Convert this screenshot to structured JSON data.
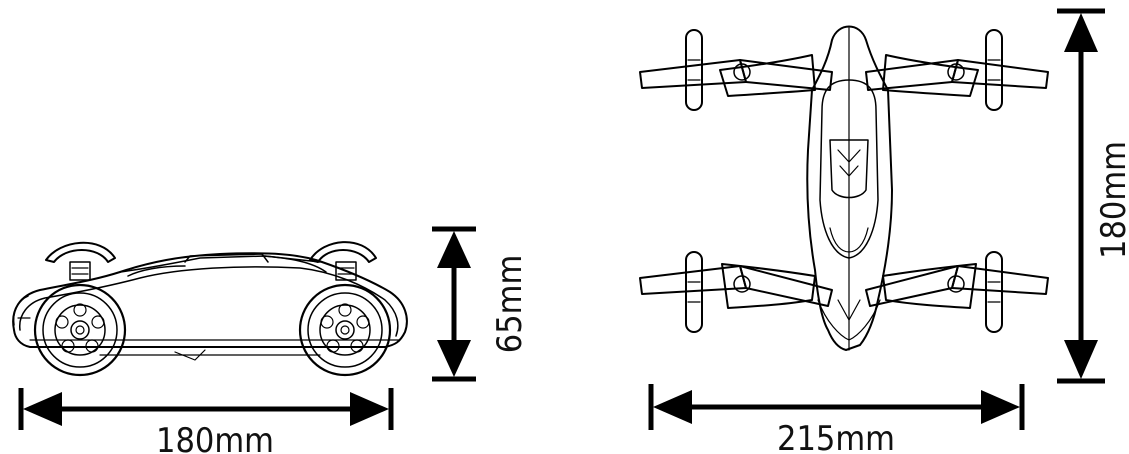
{
  "dimensions": {
    "side_length": "180mm",
    "side_height": "65mm",
    "top_width": "215mm",
    "top_length": "180mm"
  },
  "colors": {
    "line": "#000000",
    "background": "#ffffff"
  }
}
